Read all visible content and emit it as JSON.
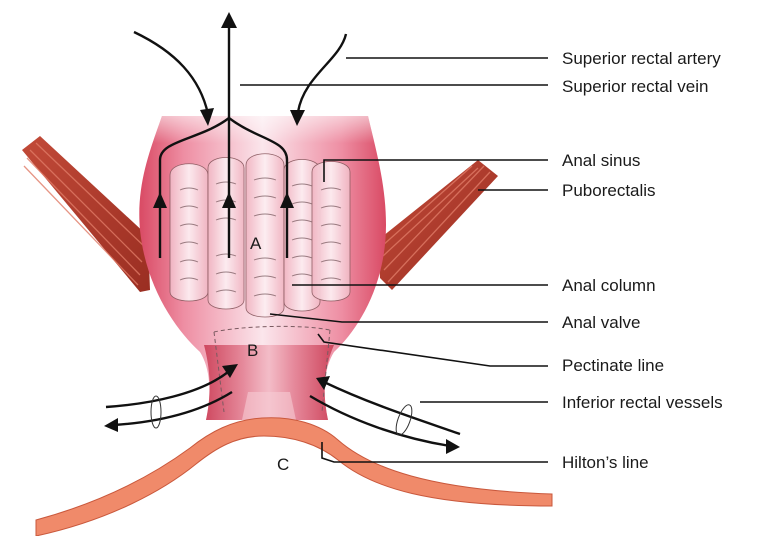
{
  "labels": {
    "superior_rectal_artery": "Superior rectal artery",
    "superior_rectal_vein": "Superior rectal vein",
    "anal_sinus": "Anal sinus",
    "puborectalis": "Puborectalis",
    "anal_column": "Anal column",
    "anal_valve": "Anal valve",
    "pectinate_line": "Pectinate line",
    "inferior_rectal_vessels": "Inferior rectal vessels",
    "hiltons_line": "Hilton’s line"
  },
  "regions": {
    "a": "A",
    "b": "B",
    "c": "C"
  },
  "colors": {
    "mucosa_light": "#fbe3ea",
    "mucosa_mid": "#f0a7b8",
    "mucosa_dark": "#d9566e",
    "muscle": "#b73c2c",
    "skin": "#f08a6a"
  }
}
